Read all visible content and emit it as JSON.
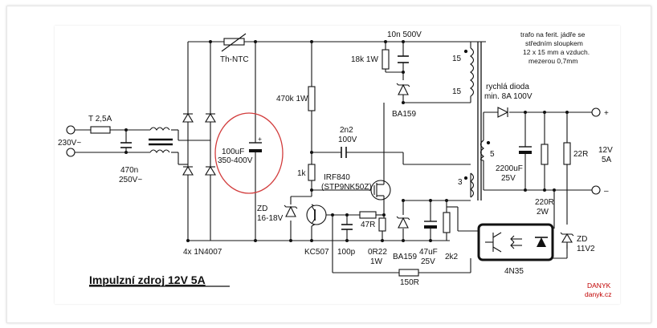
{
  "title": "Impulzní zdroj 12V 5A",
  "notes": {
    "transformer": [
      "trafo na ferit. jádře se",
      "středním sloupkem",
      "12 x 15 mm a vzduch.",
      "mezerou 0,7mm"
    ],
    "diode_lines": [
      "rychlá dioda",
      "min. 8A 100V"
    ],
    "author": "DANYK",
    "website": "danyk.cz"
  },
  "labels": {
    "mains": "230V~",
    "fuse": "T 2,5A",
    "cap_x": [
      "470n",
      "250V~"
    ],
    "ntc": "Th-NTC",
    "bulk_cap": [
      "100uF",
      "350-400V"
    ],
    "bridge": "4x 1N4007",
    "snubber_cap": "10n 500V",
    "snubber_res": "18k 1W",
    "startup_res": "470k 1W",
    "feedback_cap": [
      "2n2",
      "100V"
    ],
    "gate_res": "1k",
    "mosfet": [
      "IRF840",
      "(STP9NK50Z)"
    ],
    "zener_gate": [
      "ZD",
      "16-18V"
    ],
    "transistor": "KC507",
    "cap_100p": "100p",
    "r47": "47R",
    "sense_res": [
      "0R22",
      "1W"
    ],
    "ba159_top": "BA159",
    "ba159_bottom": "BA159",
    "aux_cap": [
      "47uF",
      "25V"
    ],
    "r2k2": "2k2",
    "r150": "150R",
    "optocoupler": "4N35",
    "out_cap": [
      "2200uF",
      "25V"
    ],
    "r220": [
      "220R",
      "2W"
    ],
    "r22": "22R",
    "zener_out": [
      "ZD",
      "11V2"
    ],
    "output": [
      "12V",
      "5A"
    ],
    "plus": "+",
    "minus": "–",
    "turns_15a": "15",
    "turns_15b": "15",
    "turns_5": "5",
    "turns_3": "3"
  }
}
